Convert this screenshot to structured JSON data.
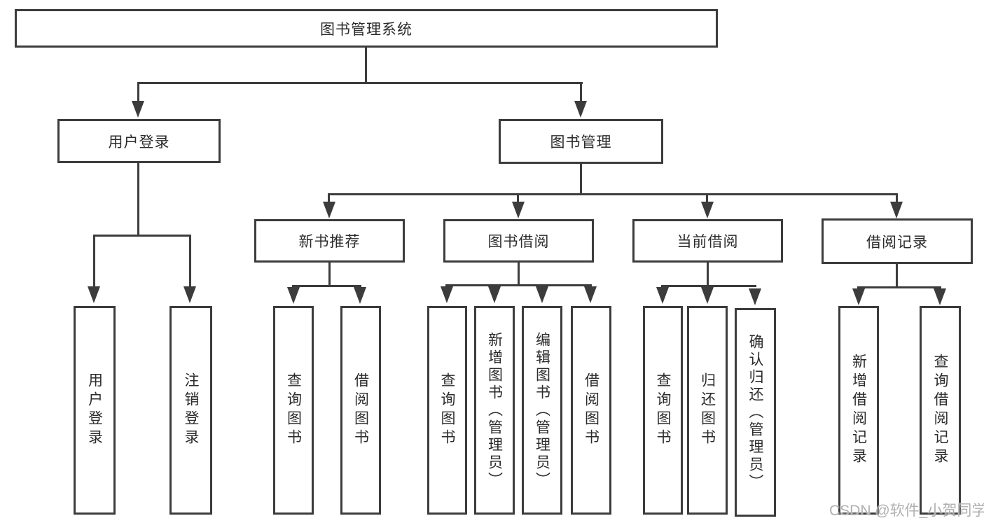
{
  "diagram_title": "图书管理系统",
  "tree": {
    "label": "图书管理系统",
    "children": [
      {
        "label": "用户登录",
        "children": [
          {
            "label": "用户登录"
          },
          {
            "label": "注销登录"
          }
        ]
      },
      {
        "label": "图书管理",
        "children": [
          {
            "label": "新书推荐",
            "children": [
              {
                "label": "查询图书"
              },
              {
                "label": "借阅图书"
              }
            ]
          },
          {
            "label": "图书借阅",
            "children": [
              {
                "label": "查询图书"
              },
              {
                "label": "新增图书（管理员）"
              },
              {
                "label": "编辑图书（管理员）"
              },
              {
                "label": "借阅图书"
              }
            ]
          },
          {
            "label": "当前借阅",
            "children": [
              {
                "label": "查询图书"
              },
              {
                "label": "归还图书"
              },
              {
                "label": "确认归还（管理员）"
              }
            ]
          },
          {
            "label": "借阅记录",
            "children": [
              {
                "label": "新增借阅记录"
              },
              {
                "label": "查询借阅记录"
              }
            ]
          }
        ]
      }
    ]
  },
  "watermark": {
    "text": "CSDN @软件_小贺同学"
  },
  "colors": {
    "line": "#3c3c3c",
    "text": "#2b2b2b",
    "background": "#ffffff",
    "watermark": "#b0b0b0"
  }
}
